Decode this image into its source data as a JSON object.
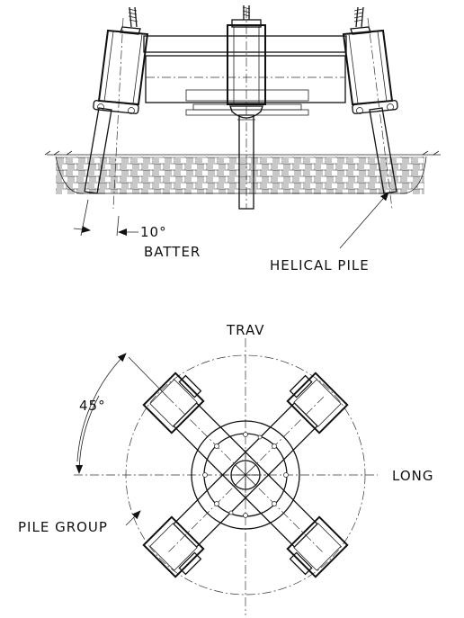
{
  "elevation": {
    "batter_angle": "10°",
    "batter_label": "BATTER",
    "pile_label": "HELICAL PILE"
  },
  "plan": {
    "trav_label": "TRAV",
    "long_label": "LONG",
    "angle_label": "45°",
    "group_label": "PILE GROUP"
  },
  "colors": {
    "line": "#111111",
    "background": "#ffffff"
  }
}
